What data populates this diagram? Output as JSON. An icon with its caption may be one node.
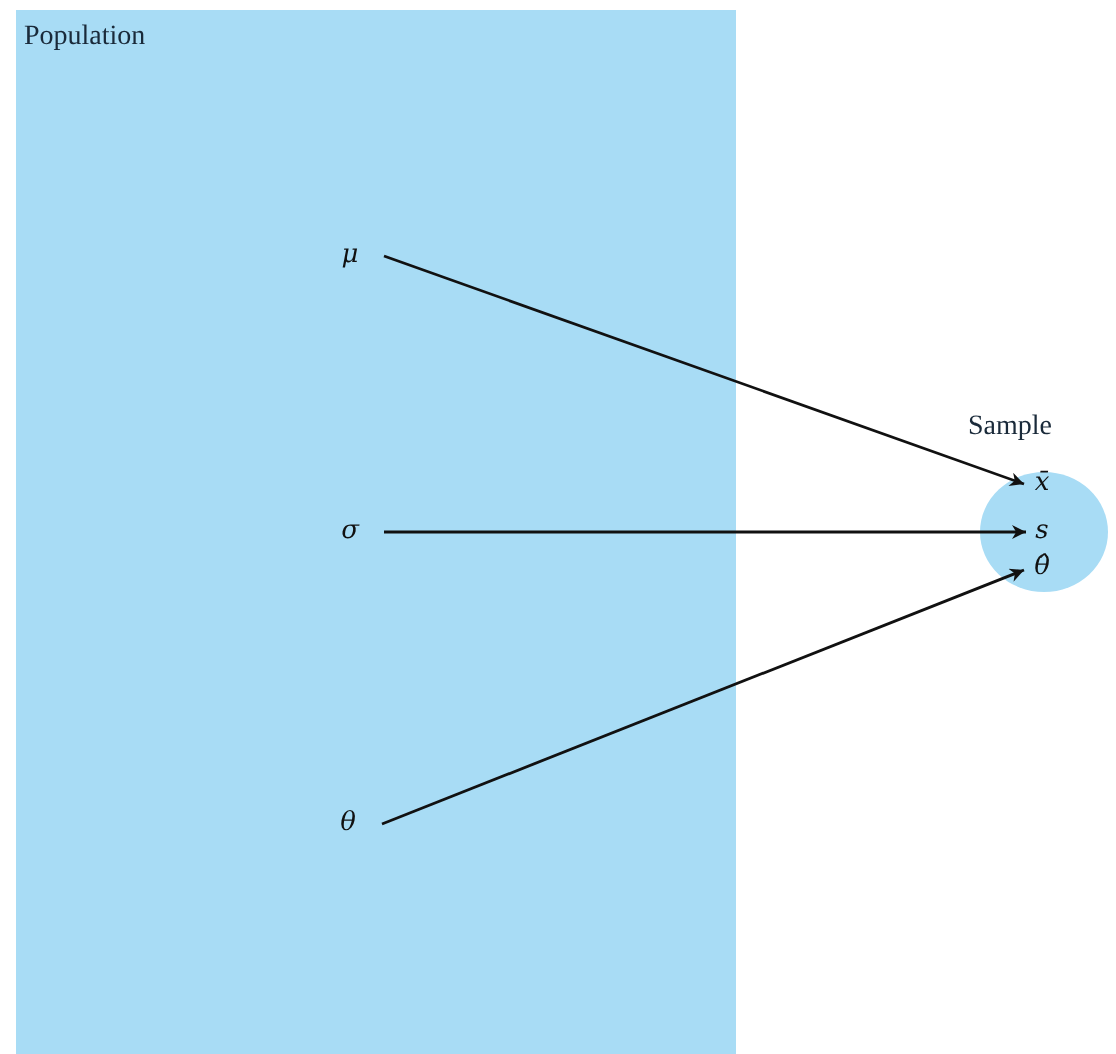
{
  "diagram": {
    "nodes": [
      {
        "text": [
          "Population"
        ]
      },
      {
        "text": [
          "μ"
        ],
        "in": 0
      },
      {
        "text": [
          "σ"
        ],
        "in": 0
      },
      {
        "text": [
          "θ"
        ],
        "in": 0
      },
      {
        "text": [
          "Sample"
        ]
      },
      {
        "text": [
          "x̄"
        ],
        "in": 4
      },
      {
        "text": [
          "s"
        ],
        "in": 4
      },
      {
        "text": [
          "θ̂"
        ],
        "in": 4
      }
    ],
    "edges": [
      {
        "from": 1,
        "to": 5,
        "arrow": "to"
      },
      {
        "from": 2,
        "to": 6,
        "arrow": "to"
      },
      {
        "from": 3,
        "to": 7,
        "arrow": "to"
      }
    ]
  }
}
